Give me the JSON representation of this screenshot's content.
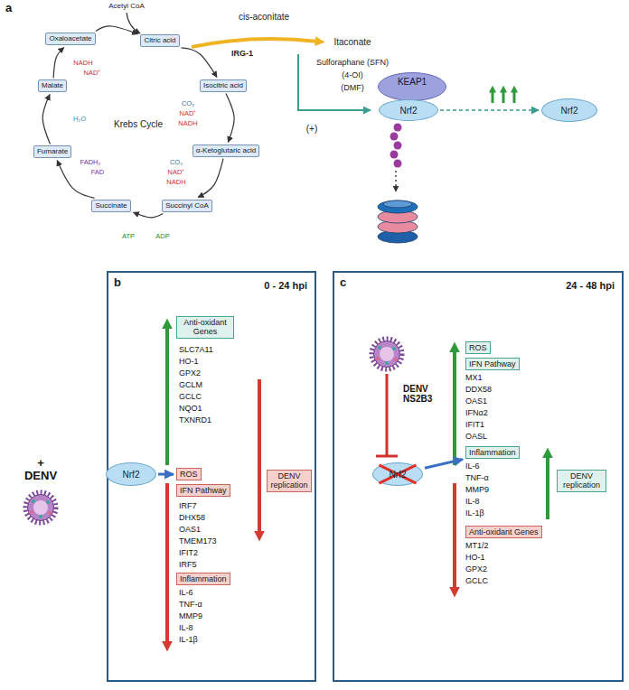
{
  "diagram": {
    "nodes": [
      {
        "text": [
          "Citric acid"
        ]
      },
      {
        "text": [
          "Isocitric acid"
        ]
      },
      {
        "text": [
          "α-Ketoglutaric acid"
        ]
      },
      {
        "text": [
          "Succinyl CoA"
        ]
      },
      {
        "text": [
          "Succinate"
        ]
      },
      {
        "text": [
          "Fumarate"
        ]
      },
      {
        "text": [
          "Malate"
        ]
      },
      {
        "text": [
          "Oxaloacetate"
        ]
      },
      {
        "text": [
          "KEAP1"
        ]
      },
      {
        "text": [
          "Nrf2"
        ]
      },
      {
        "text": [
          "Nrf2"
        ]
      },
      {
        "text": [
          "b",
          "0 - 24 hpi"
        ]
      },
      {
        "text": [
          "Nrf2"
        ],
        "in": 11
      },
      {
        "text": [
          "Anti-oxidant Genes"
        ],
        "in": 11
      },
      {
        "text": [
          "ROS"
        ],
        "in": 11
      },
      {
        "text": [
          "IFN Pathway"
        ],
        "in": 11
      },
      {
        "text": [
          "Inflammation"
        ],
        "in": 11
      },
      {
        "text": [
          "DENV replication"
        ],
        "in": 11
      },
      {
        "text": [
          "c",
          "24 - 48 hpi"
        ]
      },
      {
        "text": [
          "Nrf2"
        ],
        "in": 18
      },
      {
        "text": [
          "ROS"
        ],
        "in": 18
      },
      {
        "text": [
          "IFN Pathway"
        ],
        "in": 18
      },
      {
        "text": [
          "Inflammation"
        ],
        "in": 18
      },
      {
        "text": [
          "Anti-oxidant Genes"
        ],
        "in": 18
      },
      {
        "text": [
          "DENV replication"
        ],
        "in": 18
      }
    ],
    "edges": [
      {
        "from": 7,
        "to": 0,
        "arrow": "to"
      },
      {
        "from": 0,
        "to": 1,
        "arrow": "to"
      },
      {
        "from": 1,
        "to": 2,
        "arrow": "to"
      },
      {
        "from": 2,
        "to": 3,
        "arrow": "to"
      },
      {
        "from": 3,
        "to": 4,
        "arrow": "to"
      },
      {
        "from": 4,
        "to": 5,
        "arrow": "to"
      },
      {
        "from": 5,
        "to": 6,
        "arrow": "to"
      },
      {
        "from": 6,
        "to": 7,
        "arrow": "to"
      },
      {
        "from": 9,
        "to": 10,
        "arrow": "to"
      },
      {
        "from": 12,
        "to": 14,
        "arrow": "to"
      },
      {
        "from": 19,
        "to": 22,
        "arrow": "to"
      }
    ],
    "labels": [
      "a",
      "Acetyl CoA",
      "cis-aconitate",
      "IRG-1",
      "Itaconate",
      "Sulforaphane (SFN)",
      "(4-OI)",
      "(DMF)",
      "(+)",
      "Krebs Cycle",
      "NADH",
      "NAD⁺",
      "H₂O",
      "FADH₂",
      "FAD",
      "ATP",
      "ADP",
      "CO₂",
      "NAD⁺",
      "NADH",
      "CO₂",
      "NAD⁺",
      "NADH",
      "+ DENV",
      "SLC7A11",
      "HO-1",
      "GPX2",
      "GCLM",
      "GCLC",
      "NQO1",
      "TXNRD1",
      "IRF7",
      "DHX58",
      "OAS1",
      "TMEM173",
      "IFIT2",
      "IRF5",
      "IL-6",
      "TNF-α",
      "MMP9",
      "IL-8",
      "IL-1β",
      "DENV NS2B3",
      "MX1",
      "DDX58",
      "OAS1",
      "IFNα2",
      "IFIT1",
      "OASL",
      "IL-6",
      "TNF-α",
      "MMP9",
      "IL-8",
      "IL-1β",
      "MT1/2",
      "HO-1",
      "GPX2",
      "GCLC"
    ]
  }
}
